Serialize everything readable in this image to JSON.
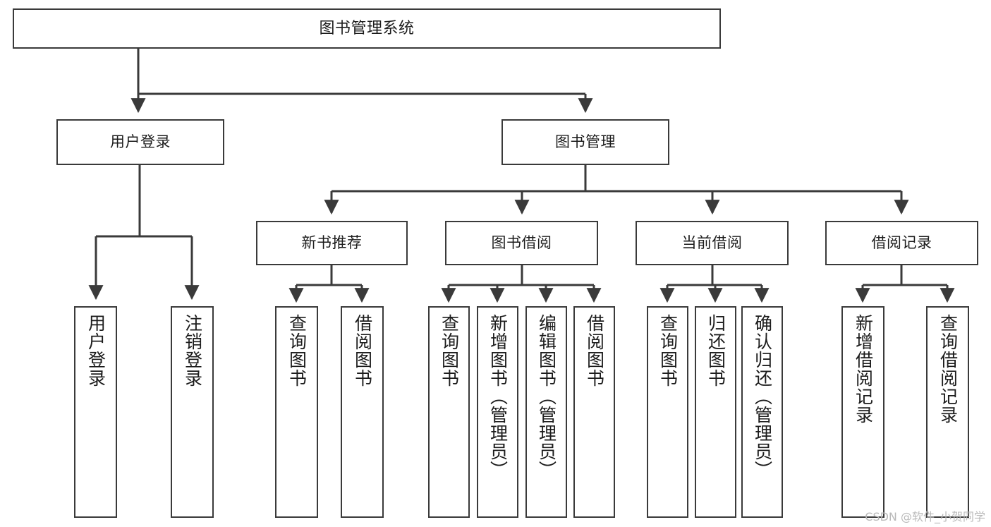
{
  "diagram": {
    "title": "图书管理系统",
    "type": "tree",
    "watermark": "CSDN @软件_小贺同学",
    "stroke_color": "#3a3a3a",
    "fill_color": "#ffffff",
    "text_color": "#1c1c1c"
  },
  "nodes": {
    "root": {
      "label": "图书管理系统"
    },
    "level2": [
      {
        "label": "用户登录"
      },
      {
        "label": "图书管理"
      }
    ],
    "level3": [
      {
        "label": "新书推荐"
      },
      {
        "label": "图书借阅"
      },
      {
        "label": "当前借阅"
      },
      {
        "label": "借阅记录"
      }
    ],
    "leaves": {
      "user_login": [
        {
          "label": "用户登录"
        },
        {
          "label": "注销登录"
        }
      ],
      "new_book": [
        {
          "label": "查询图书"
        },
        {
          "label": "借阅图书"
        }
      ],
      "book_borrow": [
        {
          "label": "查询图书"
        },
        {
          "label": "新增图书（管理员）"
        },
        {
          "label": "编辑图书（管理员）"
        },
        {
          "label": "借阅图书"
        }
      ],
      "current_borrow": [
        {
          "label": "查询图书"
        },
        {
          "label": "归还图书"
        },
        {
          "label": "确认归还（管理员）"
        }
      ],
      "borrow_record": [
        {
          "label": "新增借阅记录"
        },
        {
          "label": "查询借阅记录"
        }
      ]
    }
  }
}
